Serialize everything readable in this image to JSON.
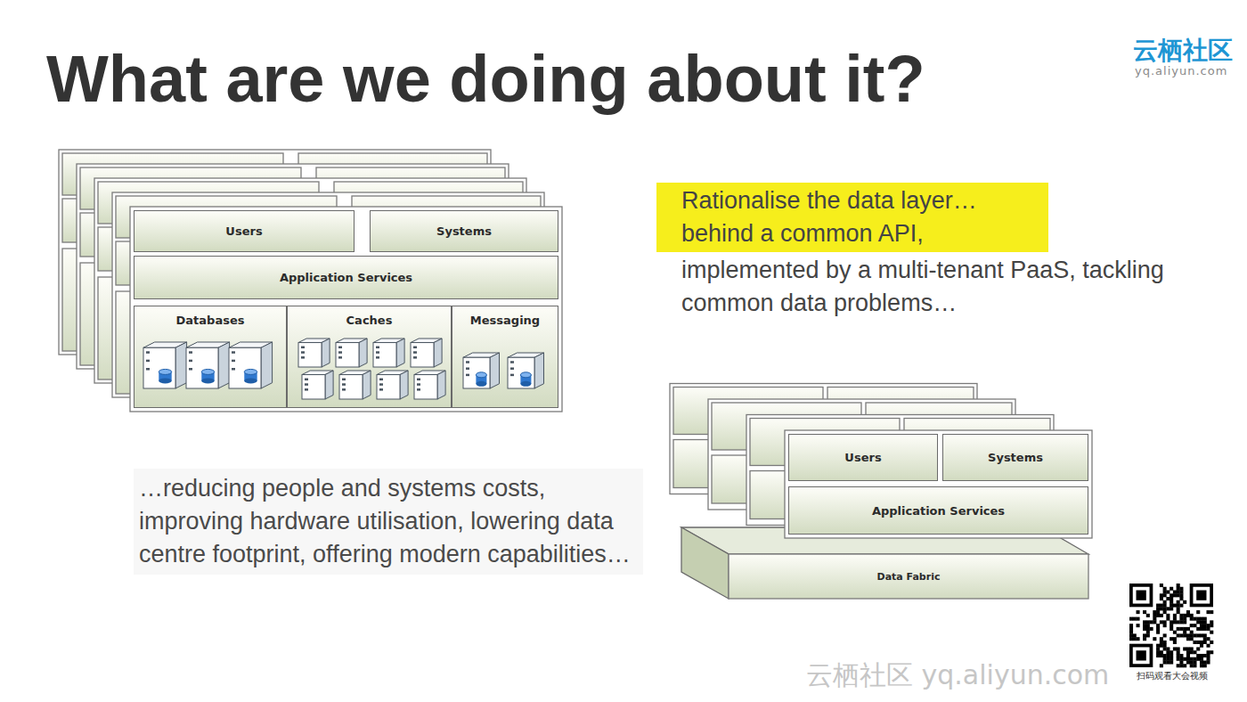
{
  "diagram": {
    "title": "What are we doing about it?",
    "nodes": [
      {
        "text": [
          "Users"
        ]
      },
      {
        "text": [
          "Systems"
        ]
      },
      {
        "text": [
          "Application Services"
        ]
      },
      {
        "text": [
          "Databases"
        ]
      },
      {
        "text": [
          "Caches"
        ]
      },
      {
        "text": [
          "Messaging"
        ]
      },
      {
        "text": [
          "Users"
        ]
      },
      {
        "text": [
          "Systems"
        ]
      },
      {
        "text": [
          "Application Services"
        ]
      },
      {
        "text": [
          "Data Fabric"
        ]
      }
    ],
    "labels": [
      "云栖社区",
      "yq.aliyun.com",
      "Rationalise the data layer… behind a common API,",
      "implemented by a multi-tenant PaaS, tackling common data problems…",
      "…reducing people and systems costs, improving hardware utilisation, lowering data centre footprint, offering modern capabilities…",
      "扫码观看大会视频",
      "云栖社区 yq.aliyun.com"
    ]
  }
}
